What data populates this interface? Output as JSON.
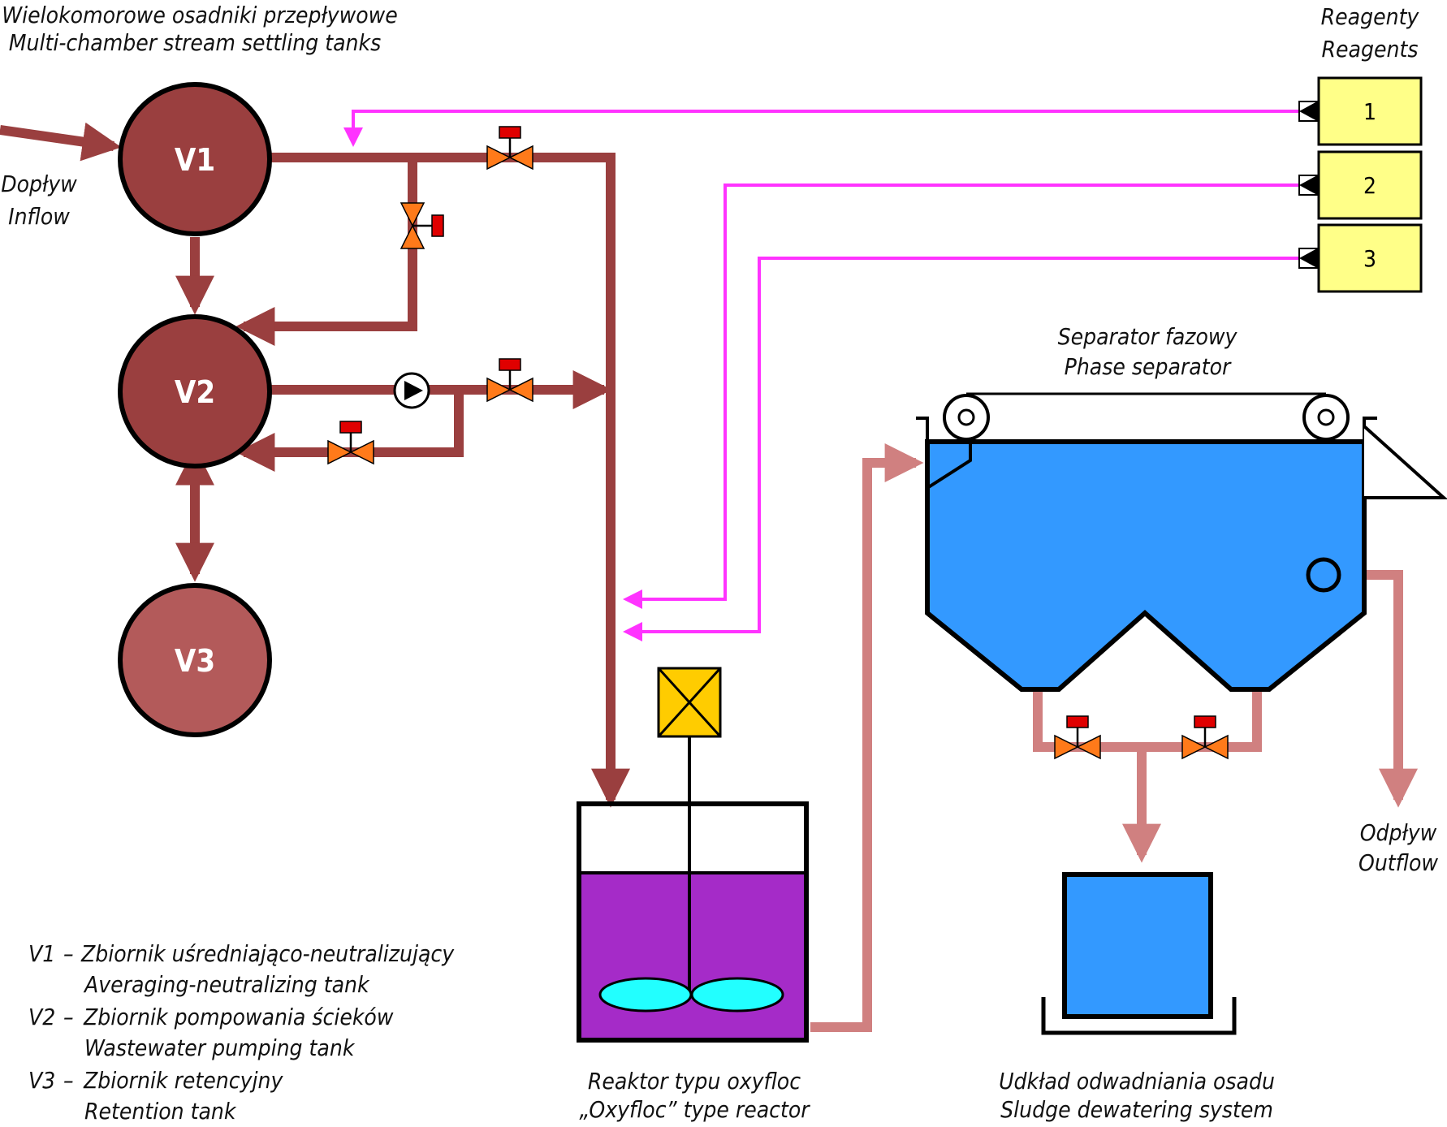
{
  "labels": {
    "settling_title_pl": "Wielokomorowe osadniki przepływowe",
    "settling_title_en": "Multi-chamber stream settling tanks",
    "inflow_pl": "Dopływ",
    "inflow_en": "Inflow",
    "reagents_pl": "Reagenty",
    "reagents_en": "Reagents",
    "separator_pl": "Separator fazowy",
    "separator_en": "Phase separator",
    "outflow_pl": "Odpływ",
    "outflow_en": "Outflow",
    "reactor_pl": "Reaktor typu oxyfloc",
    "reactor_en": "„Oxyfloc” type reactor",
    "sludge_pl": "Udkład odwadniania osadu",
    "sludge_en": "Sludge dewatering system"
  },
  "tanks": [
    {
      "id": "V1",
      "label": "V1",
      "color": "#9a3f3f"
    },
    {
      "id": "V2",
      "label": "V2",
      "color": "#9a3f3f"
    },
    {
      "id": "V3",
      "label": "V3",
      "color": "#b35a5a"
    }
  ],
  "reagents": [
    {
      "label": "1"
    },
    {
      "label": "2"
    },
    {
      "label": "3"
    }
  ],
  "legend": [
    {
      "code": "V1",
      "pl": "Zbiornik uśredniająco-neutralizujący",
      "en": "Averaging-neutralizing tank"
    },
    {
      "code": "V2",
      "pl": "Zbiornik pompowania ścieków",
      "en": "Wastewater pumping tank"
    },
    {
      "code": "V3",
      "pl": "Zbiornik retencyjny",
      "en": "Retention tank"
    }
  ],
  "colors": {
    "pipe_main": "#9a3f3f",
    "pipe_light": "#d08080",
    "reagent_line": "#ff33ff",
    "valve_body": "#ff7a1a",
    "valve_actuator": "#e00000",
    "reagent_box": "#ffff88",
    "separator_fill": "#3399ff",
    "reactor_liquid": "#a52bc8",
    "impeller": "#22ffff",
    "motor": "#ffcc00",
    "sludge_box": "#3399ff"
  }
}
